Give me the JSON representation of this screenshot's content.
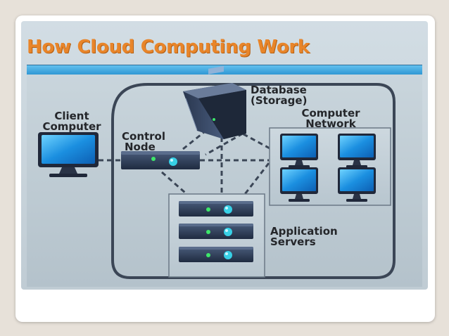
{
  "slide": {
    "title": "How Cloud Computing Work"
  },
  "diagram": {
    "client_label": [
      "Client",
      "Computer"
    ],
    "control_label": [
      "Control",
      "Node"
    ],
    "database_label": [
      "Database",
      "(Storage)"
    ],
    "network_label": [
      "Computer",
      "Network"
    ],
    "servers_label": [
      "Application",
      "Servers"
    ]
  },
  "colors": {
    "title": "#e8852a",
    "title_bar": "#2b94d2",
    "monitor_screen": "#1b8fe0",
    "server_body": "#2e3e59",
    "led_green": "#3ee86a",
    "led_cyan": "#37d0e6"
  },
  "icons": [
    "monitor-icon",
    "server-icon",
    "database-tower-icon"
  ]
}
